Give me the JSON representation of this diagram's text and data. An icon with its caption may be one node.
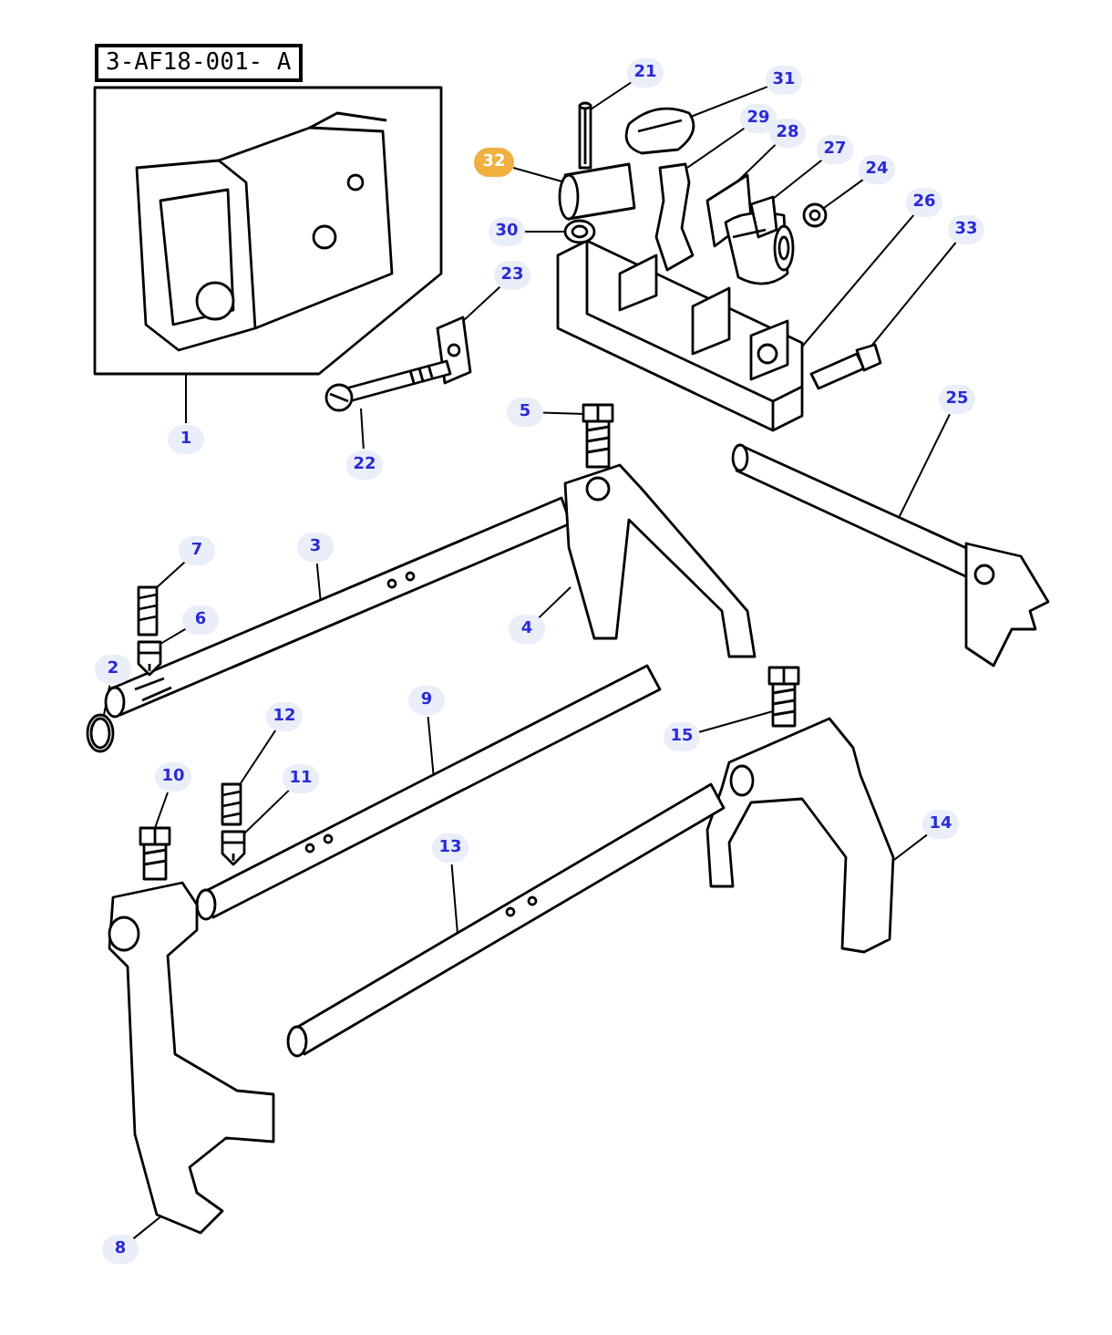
{
  "diagram": {
    "nodes": [
      {
        "text": [
          "21"
        ]
      },
      {
        "text": [
          "31"
        ]
      },
      {
        "text": [
          "29"
        ]
      },
      {
        "text": [
          "28"
        ]
      },
      {
        "text": [
          "27"
        ]
      },
      {
        "text": [
          "32"
        ]
      },
      {
        "text": [
          "24"
        ]
      },
      {
        "text": [
          "26"
        ]
      },
      {
        "text": [
          "33"
        ]
      },
      {
        "text": [
          "30"
        ]
      },
      {
        "text": [
          "23"
        ]
      },
      {
        "text": [
          "25"
        ]
      },
      {
        "text": [
          "5"
        ]
      },
      {
        "text": [
          "1"
        ]
      },
      {
        "text": [
          "22"
        ]
      },
      {
        "text": [
          "3"
        ]
      },
      {
        "text": [
          "7"
        ]
      },
      {
        "text": [
          "6"
        ]
      },
      {
        "text": [
          "4"
        ]
      },
      {
        "text": [
          "2"
        ]
      },
      {
        "text": [
          "9"
        ]
      },
      {
        "text": [
          "12"
        ]
      },
      {
        "text": [
          "15"
        ]
      },
      {
        "text": [
          "10"
        ]
      },
      {
        "text": [
          "11"
        ]
      },
      {
        "text": [
          "14"
        ]
      },
      {
        "text": [
          "13"
        ]
      },
      {
        "text": [
          "8"
        ]
      },
      {
        "text": [],
        "shape": "picture"
      },
      {
        "text": [],
        "shape": "picture"
      },
      {
        "text": [],
        "shape": "picture"
      },
      {
        "text": [],
        "shape": "picture"
      },
      {
        "text": [],
        "shape": "picture"
      },
      {
        "text": [],
        "shape": "picture"
      },
      {
        "text": [],
        "shape": "picture"
      },
      {
        "text": [],
        "shape": "picture"
      },
      {
        "text": [],
        "shape": "picture"
      },
      {
        "text": [],
        "shape": "picture"
      },
      {
        "text": [],
        "shape": "picture"
      },
      {
        "text": [],
        "shape": "picture"
      },
      {
        "text": [],
        "shape": "picture"
      },
      {
        "text": [],
        "shape": "picture"
      },
      {
        "text": [],
        "shape": "picture"
      },
      {
        "text": [],
        "shape": "picture"
      },
      {
        "text": [],
        "shape": "picture"
      },
      {
        "text": [],
        "shape": "picture"
      },
      {
        "text": [],
        "shape": "picture"
      },
      {
        "text": [],
        "shape": "picture"
      },
      {
        "text": [],
        "shape": "picture"
      },
      {
        "text": [],
        "shape": "picture"
      },
      {
        "text": [],
        "shape": "picture"
      },
      {
        "text": [],
        "shape": "picture"
      },
      {
        "text": [],
        "shape": "picture"
      },
      {
        "text": [],
        "shape": "picture"
      },
      {
        "text": [],
        "shape": "picture"
      },
      {
        "text": [],
        "shape": "picture"
      }
    ],
    "edges": [
      {
        "from": 0,
        "to": 28,
        "arrow": "none"
      },
      {
        "from": 1,
        "to": 29,
        "arrow": "none"
      },
      {
        "from": 2,
        "to": 30,
        "arrow": "none"
      },
      {
        "from": 3,
        "to": 31,
        "arrow": "none"
      },
      {
        "from": 4,
        "to": 32,
        "arrow": "none"
      },
      {
        "from": 5,
        "to": 33,
        "arrow": "none"
      },
      {
        "from": 6,
        "to": 34,
        "arrow": "none"
      },
      {
        "from": 7,
        "to": 35,
        "arrow": "none"
      },
      {
        "from": 8,
        "to": 36,
        "arrow": "none"
      },
      {
        "from": 9,
        "to": 37,
        "arrow": "none"
      },
      {
        "from": 10,
        "to": 38,
        "arrow": "none"
      },
      {
        "from": 11,
        "to": 39,
        "arrow": "none"
      },
      {
        "from": 12,
        "to": 40,
        "arrow": "none"
      },
      {
        "from": 13,
        "to": 41,
        "arrow": "none"
      },
      {
        "from": 14,
        "to": 42,
        "arrow": "none"
      },
      {
        "from": 15,
        "to": 43,
        "arrow": "none"
      },
      {
        "from": 16,
        "to": 44,
        "arrow": "none"
      },
      {
        "from": 17,
        "to": 45,
        "arrow": "none"
      },
      {
        "from": 18,
        "to": 46,
        "arrow": "none"
      },
      {
        "from": 19,
        "to": 47,
        "arrow": "none"
      },
      {
        "from": 20,
        "to": 48,
        "arrow": "none"
      },
      {
        "from": 21,
        "to": 49,
        "arrow": "none"
      },
      {
        "from": 22,
        "to": 50,
        "arrow": "none"
      },
      {
        "from": 23,
        "to": 51,
        "arrow": "none"
      },
      {
        "from": 24,
        "to": 52,
        "arrow": "none"
      },
      {
        "from": 25,
        "to": 53,
        "arrow": "none"
      },
      {
        "from": 26,
        "to": 54,
        "arrow": "none"
      },
      {
        "from": 27,
        "to": 55,
        "arrow": "none"
      }
    ],
    "labels": [
      "3-AF18-001- A"
    ]
  }
}
